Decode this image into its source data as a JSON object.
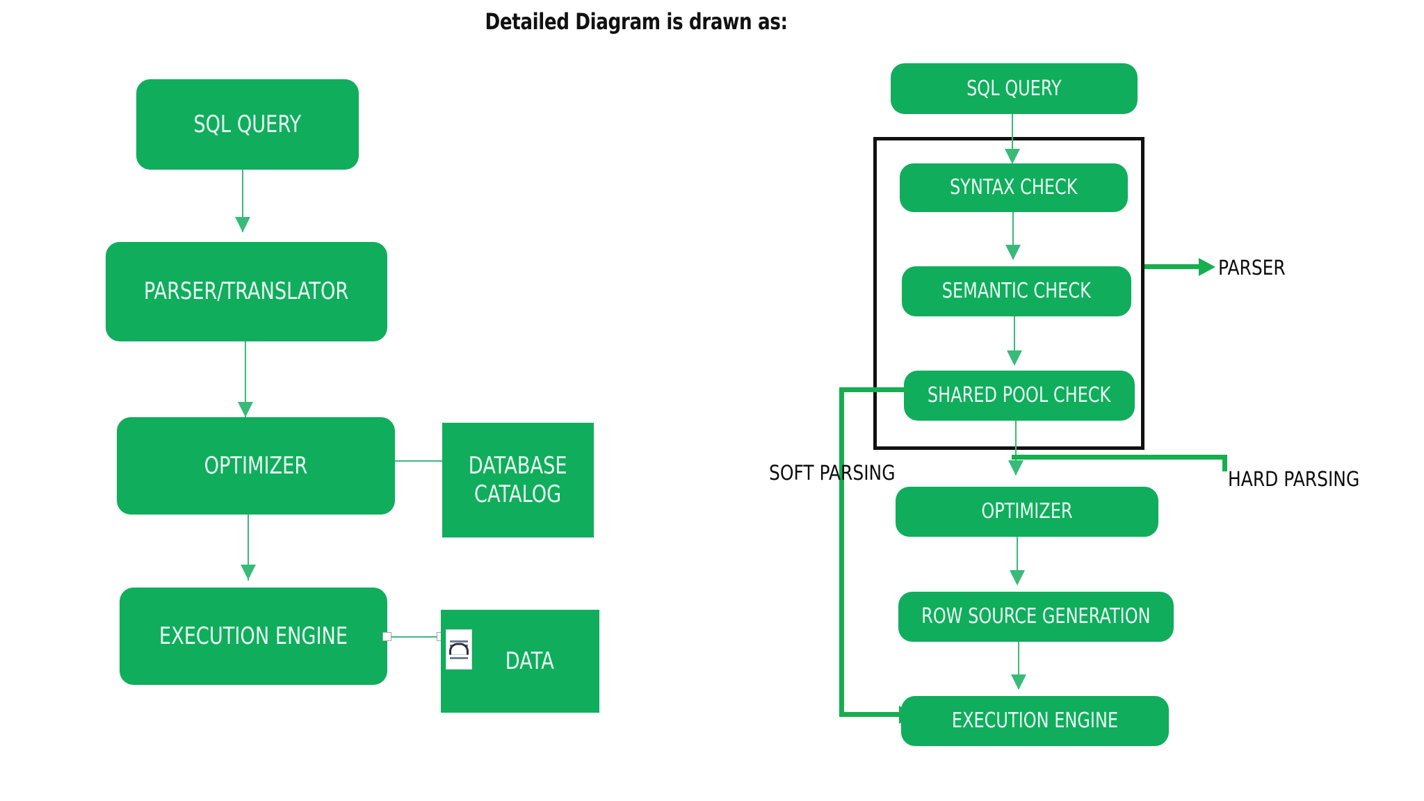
{
  "title": "Detailed Diagram is drawn as:",
  "colors": {
    "node_fill": "#10ad5c",
    "node_text": "#eafff3",
    "thin_connector": "#39ba79",
    "thick_connector": "#17ae4f",
    "frame": "#111111",
    "label_text": "#0d0d0d",
    "background": "#ffffff"
  },
  "left_diagram": {
    "name": "basic-query-processing-flow",
    "nodes": [
      {
        "id": "sql-query",
        "label": "SQL QUERY",
        "shape": "rounded"
      },
      {
        "id": "parser-translator",
        "label": "PARSER/TRANSLATOR",
        "shape": "rounded"
      },
      {
        "id": "optimizer",
        "label": "OPTIMIZER",
        "shape": "rounded"
      },
      {
        "id": "database-catalog",
        "label": "DATABASE\nCATALOG",
        "shape": "sharp"
      },
      {
        "id": "execution-engine",
        "label": "EXECUTION ENGINE",
        "shape": "rounded"
      },
      {
        "id": "data",
        "label": "DATA",
        "shape": "sharp"
      }
    ],
    "data_icon_name": "document-icon",
    "edges": [
      {
        "from": "sql-query",
        "to": "parser-translator",
        "style": "arrow"
      },
      {
        "from": "parser-translator",
        "to": "optimizer",
        "style": "arrow"
      },
      {
        "from": "optimizer",
        "to": "execution-engine",
        "style": "arrow"
      },
      {
        "from": "optimizer",
        "to": "database-catalog",
        "style": "line"
      },
      {
        "from": "execution-engine",
        "to": "data",
        "style": "line-with-handles"
      }
    ]
  },
  "right_diagram": {
    "name": "detailed-query-processing-flow",
    "nodes": [
      {
        "id": "sql-query-2",
        "label": "SQL QUERY",
        "shape": "rounded"
      },
      {
        "id": "syntax-check",
        "label": "SYNTAX CHECK",
        "shape": "rounded"
      },
      {
        "id": "semantic-check",
        "label": "SEMANTIC CHECK",
        "shape": "rounded"
      },
      {
        "id": "shared-pool-check",
        "label": "SHARED POOL CHECK",
        "shape": "rounded"
      },
      {
        "id": "optimizer-2",
        "label": "OPTIMIZER",
        "shape": "rounded"
      },
      {
        "id": "row-source-generation",
        "label": "ROW SOURCE GENERATION",
        "shape": "rounded"
      },
      {
        "id": "execution-engine-2",
        "label": "EXECUTION ENGINE",
        "shape": "rounded"
      }
    ],
    "group_frame": {
      "name": "parser-group-frame",
      "contains": [
        "syntax-check",
        "semantic-check",
        "shared-pool-check"
      ]
    },
    "annotations": [
      {
        "id": "parser-label",
        "text": "PARSER",
        "has_arrow": true
      },
      {
        "id": "soft-parsing-label",
        "text": "SOFT PARSING",
        "has_arrow": true
      },
      {
        "id": "hard-parsing-label",
        "text": "HARD PARSING",
        "has_arrow": false
      }
    ],
    "edges": [
      {
        "from": "sql-query-2",
        "to": "syntax-check",
        "style": "arrow"
      },
      {
        "from": "syntax-check",
        "to": "semantic-check",
        "style": "arrow"
      },
      {
        "from": "semantic-check",
        "to": "shared-pool-check",
        "style": "arrow"
      },
      {
        "from": "shared-pool-check",
        "to": "optimizer-2",
        "style": "arrow"
      },
      {
        "from": "optimizer-2",
        "to": "row-source-generation",
        "style": "arrow"
      },
      {
        "from": "row-source-generation",
        "to": "execution-engine-2",
        "style": "arrow"
      },
      {
        "from": "shared-pool-check",
        "to": "execution-engine-2",
        "style": "thick-route",
        "label": "SOFT PARSING"
      }
    ]
  }
}
